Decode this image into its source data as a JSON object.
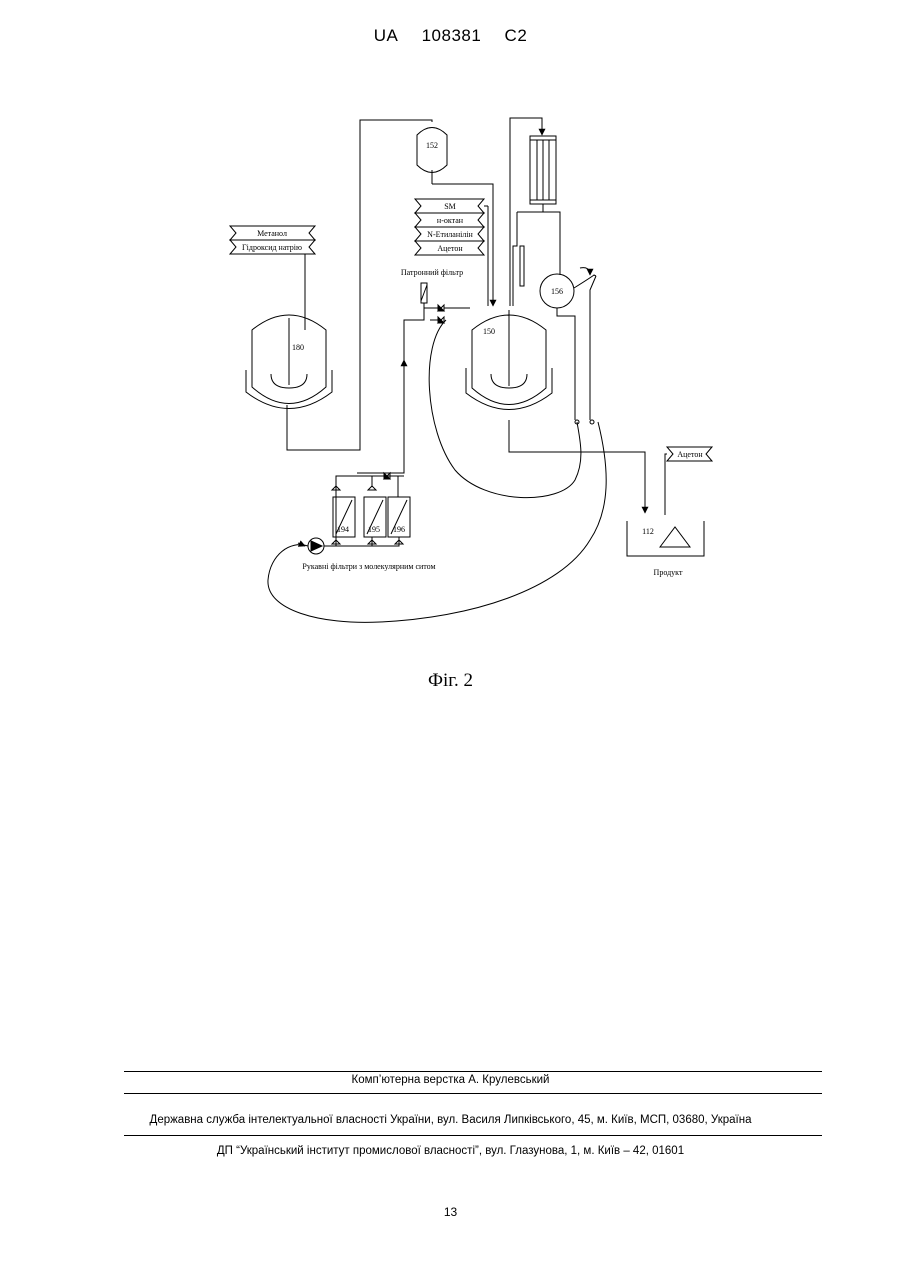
{
  "header": {
    "country": "UA",
    "number": "108381",
    "kind": "C2"
  },
  "figure": {
    "caption": "Фіг. 2",
    "labels": {
      "vessel_152": "152",
      "vessel_180": "180",
      "vessel_150": "150",
      "vessel_156": "156",
      "vessel_112": "112",
      "filter_194": "194",
      "filter_195": "195",
      "filter_196": "196",
      "cartridge_filter": "Патронний фільтр",
      "bag_filters": "Рукавні фільтри з молекулярним ситом",
      "product": "Продукт"
    },
    "feed_tags_left": [
      "Метанол",
      "Гідроксид натрію"
    ],
    "feed_tags_right": [
      "SM",
      "н-октан",
      "N-Етиланілін",
      "Ацетон"
    ],
    "acetone_tag": "Ацетон"
  },
  "footer": {
    "layout_credit": "Комп’ютерна верстка А. Крулевський",
    "office_line": "Державна служба інтелектуальної власності України, вул. Василя Липківського, 45, м. Київ, МСП, 03680, Україна",
    "institute_line": "ДП “Український інститут промислової власності”, вул. Глазунова, 1, м. Київ – 42, 01601",
    "page_number": "13"
  }
}
